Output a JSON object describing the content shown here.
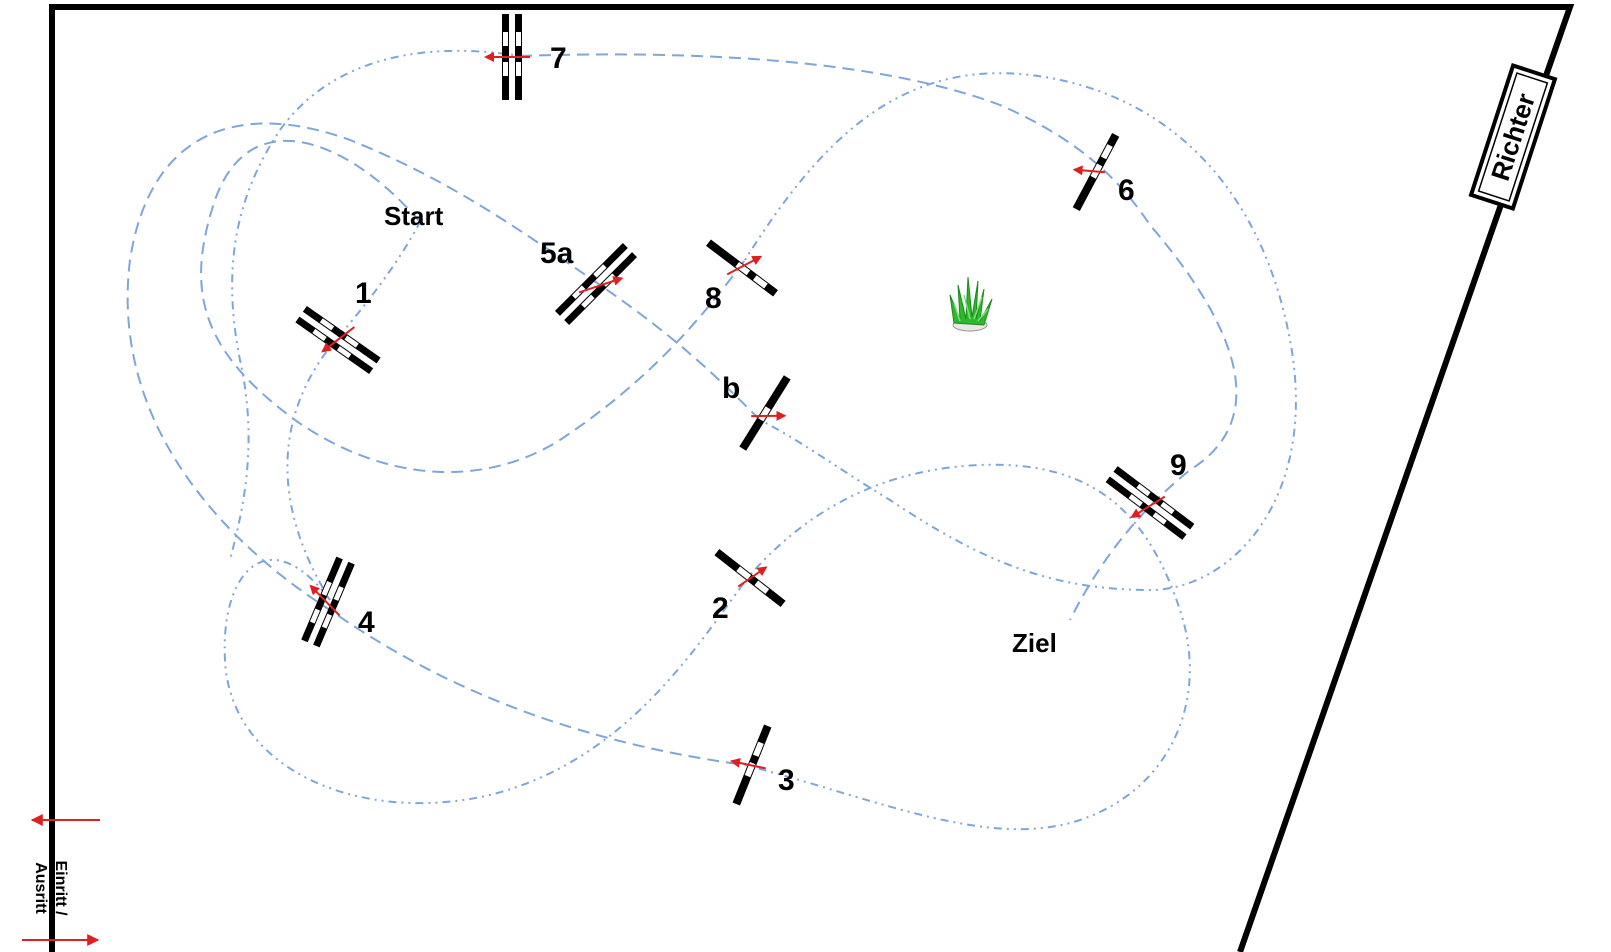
{
  "judge_label": "Richter",
  "entry_label_line1": "Einritt /",
  "entry_label_line2": "Ausritt",
  "start_label": "Start",
  "finish_label": "Ziel",
  "obstacles": [
    {
      "id": "1",
      "label": "1",
      "kind": "double"
    },
    {
      "id": "2",
      "label": "2",
      "kind": "single"
    },
    {
      "id": "3",
      "label": "3",
      "kind": "single"
    },
    {
      "id": "4",
      "label": "4",
      "kind": "double"
    },
    {
      "id": "5a",
      "label": "5a",
      "kind": "double"
    },
    {
      "id": "5b",
      "label": "b",
      "kind": "single"
    },
    {
      "id": "6",
      "label": "6",
      "kind": "single"
    },
    {
      "id": "7",
      "label": "7",
      "kind": "double"
    },
    {
      "id": "8",
      "label": "8",
      "kind": "single"
    },
    {
      "id": "9",
      "label": "9",
      "kind": "double"
    }
  ],
  "decoration": "grass-plant-icon",
  "colors": {
    "arena_border": "#000000",
    "route_line": "#7fa6d9",
    "direction_arrow": "#e02020",
    "plant_green": "#2fb82f"
  }
}
